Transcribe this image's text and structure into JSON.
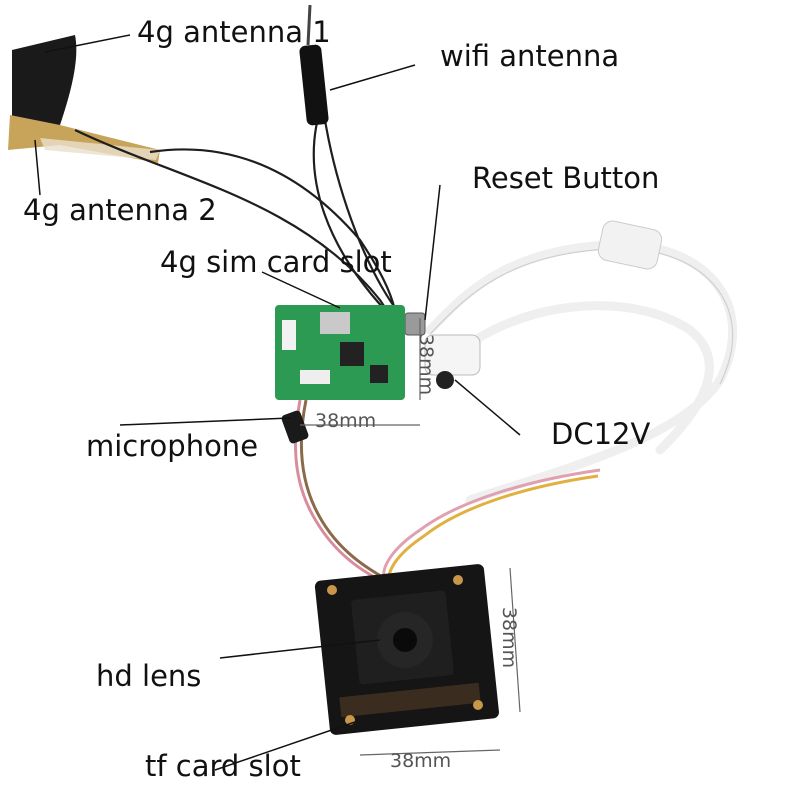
{
  "labels": {
    "antenna_4g_1": "4g antenna 1",
    "wifi_antenna": "wifi antenna",
    "reset_button": "Reset Button",
    "antenna_4g_2": "4g antenna 2",
    "sim_card_slot": "4g sim card slot",
    "microphone": "microphone",
    "dc12v": "DC12V",
    "hd_lens": "hd lens",
    "tf_card_slot": "tf card slot"
  },
  "dimensions": {
    "top_board_height": "38mm",
    "top_board_width": "38mm",
    "camera_board_height": "38mm",
    "camera_board_width": "38mm"
  }
}
